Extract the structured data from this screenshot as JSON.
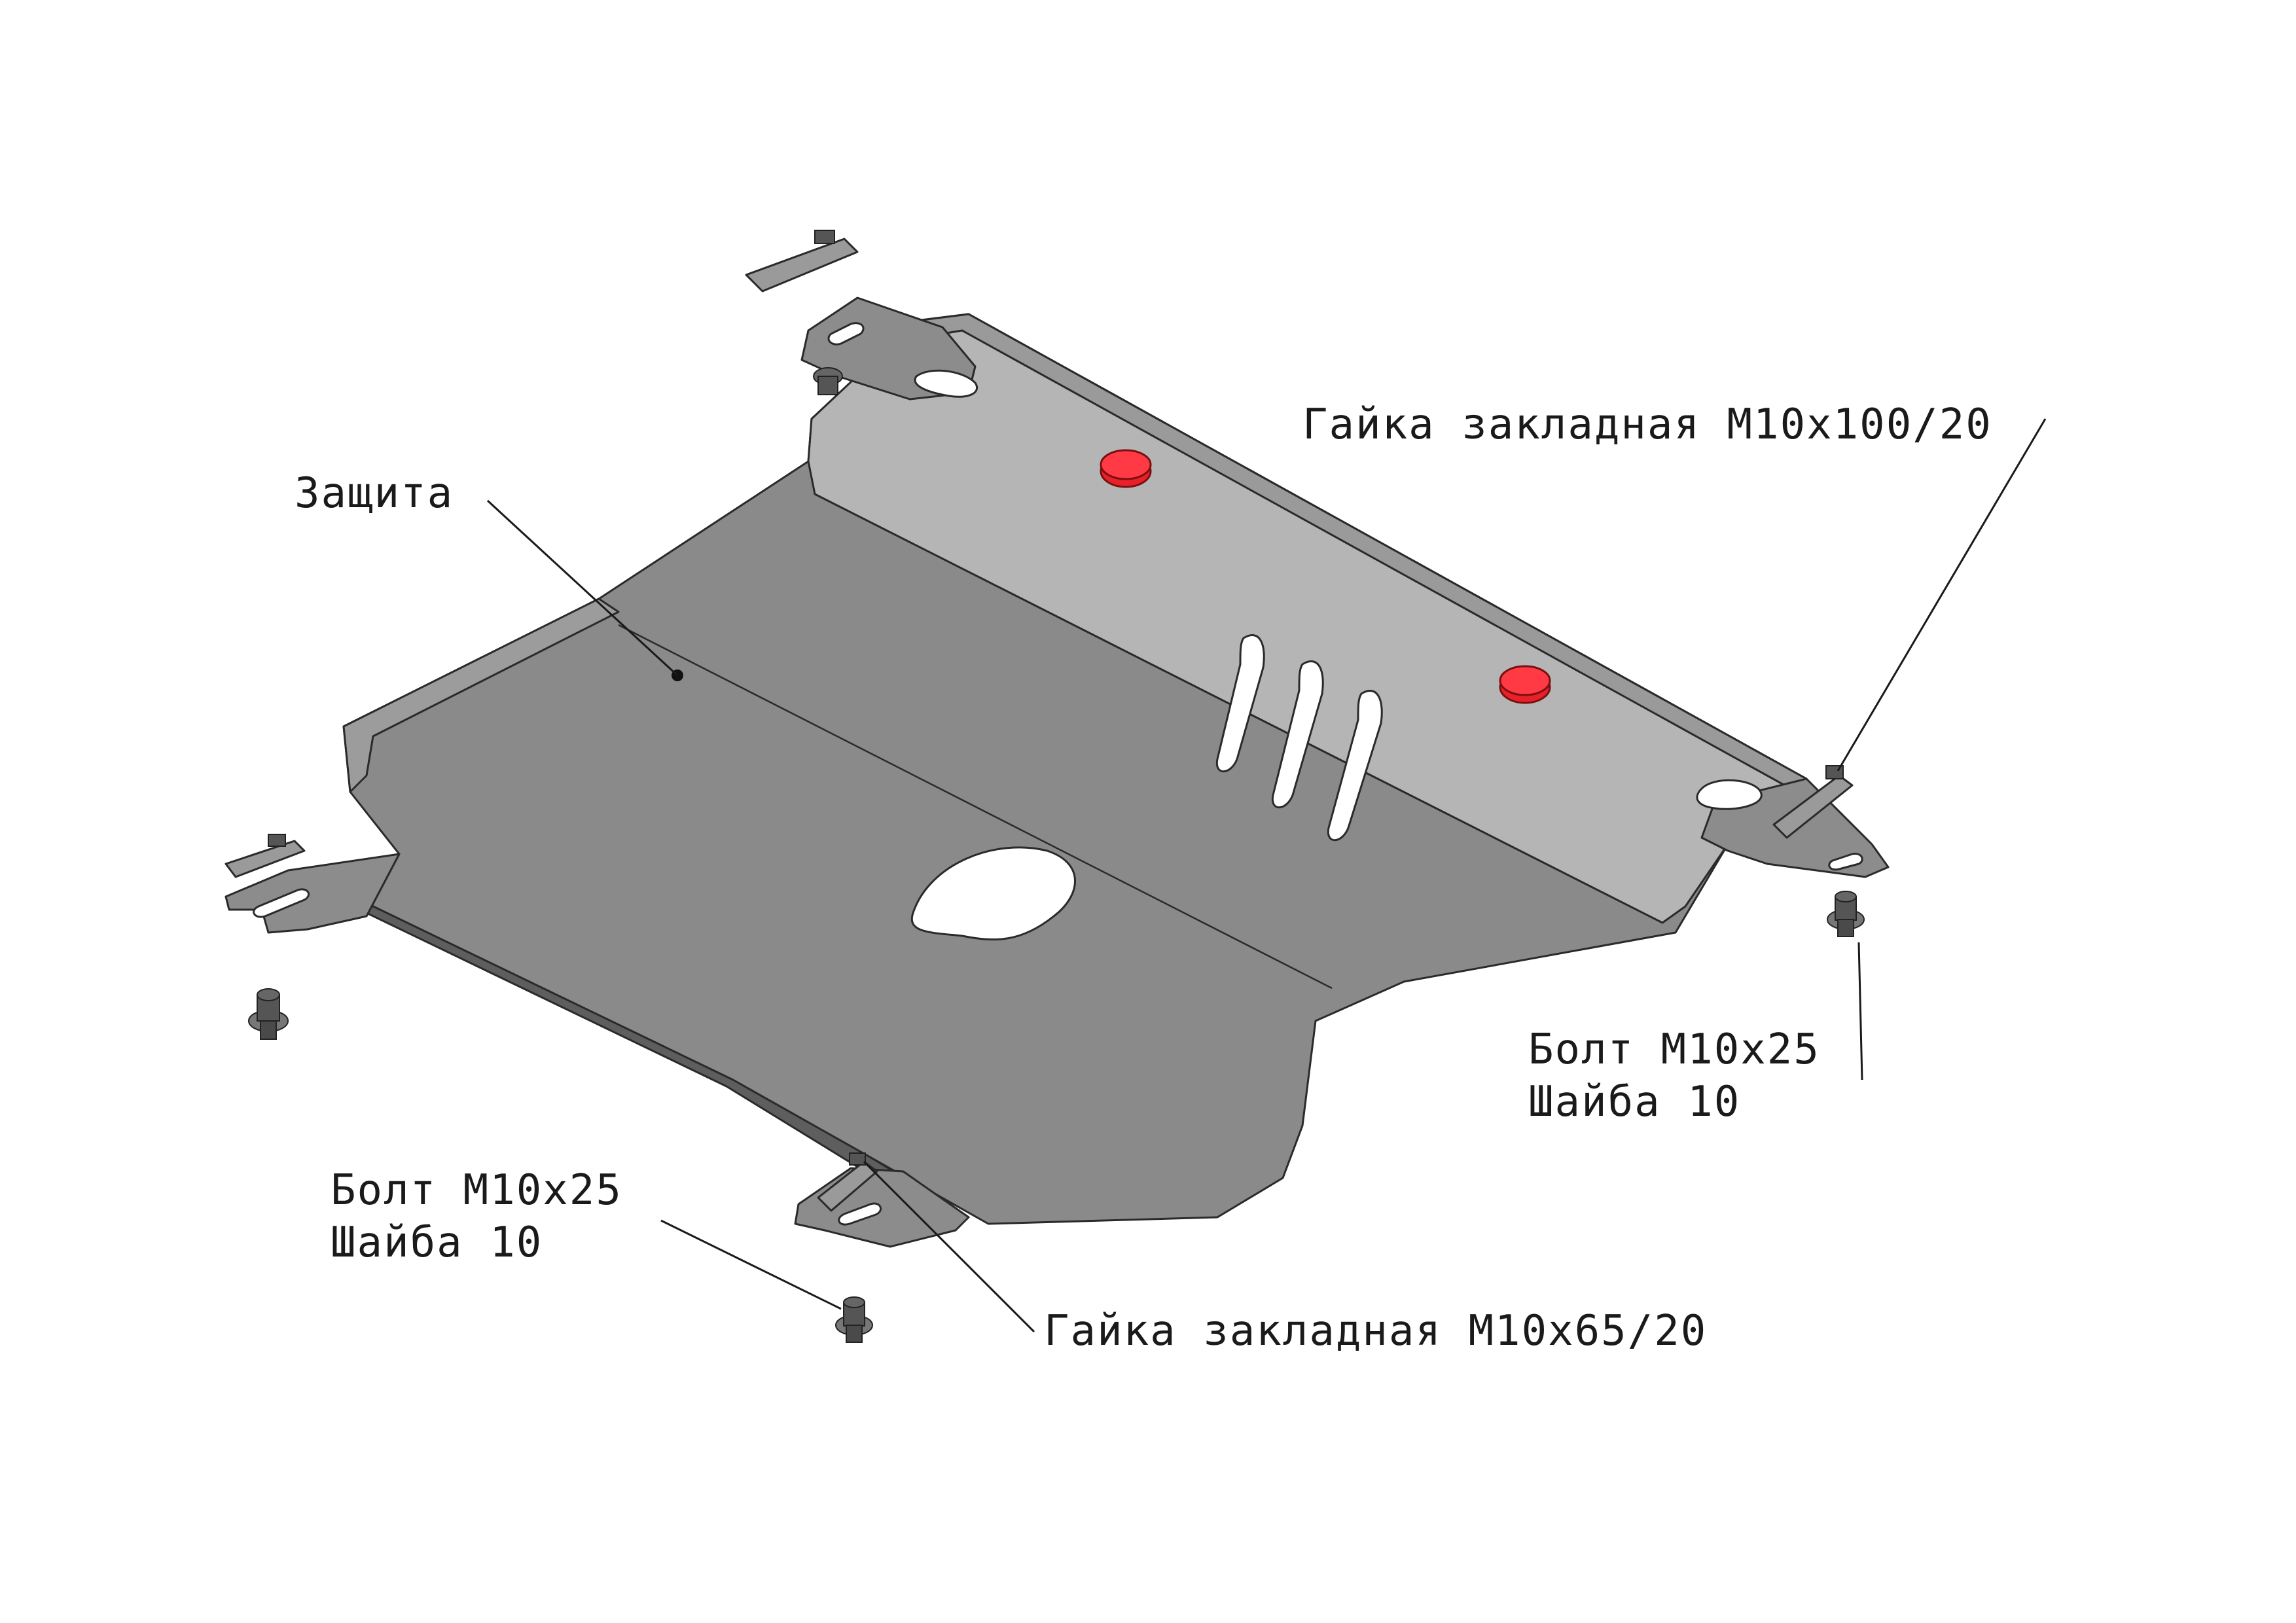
{
  "labels": {
    "protection": "Защита",
    "nut_top": "Гайка закладная М10х100/20",
    "bolt_right_line1": "Болт М10х25",
    "bolt_right_line2": "Шайба 10",
    "bolt_left_line1": "Болт М10х25",
    "bolt_left_line2": "Шайба 10",
    "nut_bottom": "Гайка закладная М10х65/20"
  },
  "colors": {
    "plate_main": "#8a8a8a",
    "plate_light": "#b8b8b8",
    "plate_dark": "#6e6e6e",
    "plug_red": "#e8202a",
    "hardware": "#555555"
  }
}
